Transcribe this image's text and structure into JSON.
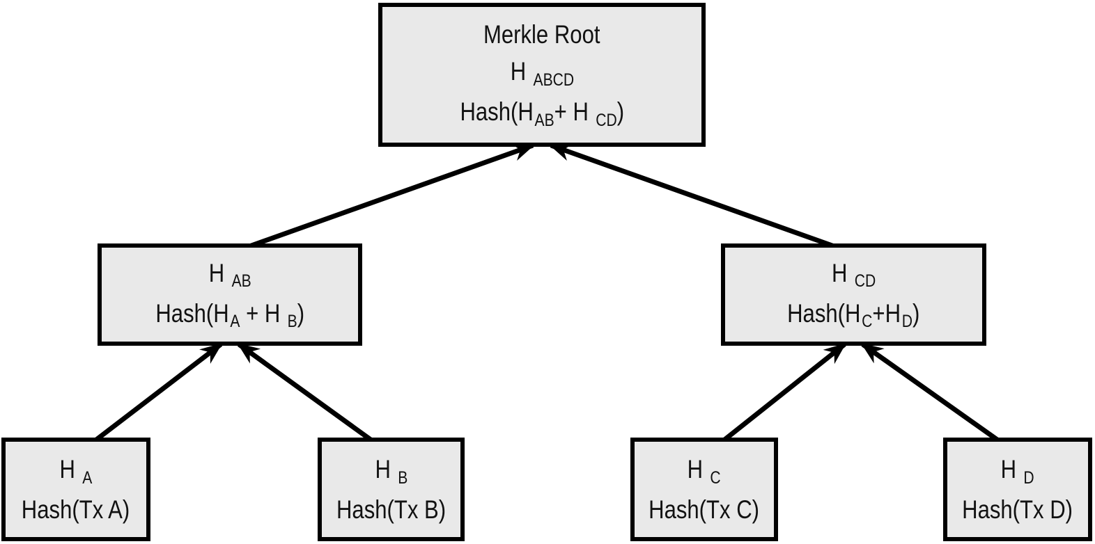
{
  "colors": {
    "box_fill": "#e9e9e9",
    "box_border": "#000000",
    "arrow": "#000000",
    "background": "#ffffff",
    "text": "#121212"
  },
  "nodes": {
    "root": {
      "lines": [
        [
          {
            "t": "Merkle Root"
          }
        ],
        [
          {
            "t": "H "
          },
          {
            "s": "ABCD"
          }
        ],
        [
          {
            "t": "Hash(H"
          },
          {
            "s": "AB"
          },
          {
            "t": "+ H "
          },
          {
            "s": "CD"
          },
          {
            "t": ")"
          }
        ]
      ]
    },
    "hab": {
      "lines": [
        [
          {
            "t": "H "
          },
          {
            "s": "AB"
          }
        ],
        [
          {
            "t": "Hash(H"
          },
          {
            "s": "A"
          },
          {
            "t": " + H "
          },
          {
            "s": "B"
          },
          {
            "t": ")"
          }
        ]
      ]
    },
    "hcd": {
      "lines": [
        [
          {
            "t": "H "
          },
          {
            "s": "CD"
          }
        ],
        [
          {
            "t": "Hash(H"
          },
          {
            "s": "C"
          },
          {
            "t": "+H"
          },
          {
            "s": "D"
          },
          {
            "t": ")"
          }
        ]
      ]
    },
    "ha": {
      "lines": [
        [
          {
            "t": "H "
          },
          {
            "s": "A"
          }
        ],
        [
          {
            "t": "Hash(Tx A)"
          }
        ]
      ]
    },
    "hb": {
      "lines": [
        [
          {
            "t": "H "
          },
          {
            "s": "B"
          }
        ],
        [
          {
            "t": "Hash(Tx B)"
          }
        ]
      ]
    },
    "hc": {
      "lines": [
        [
          {
            "t": "H "
          },
          {
            "s": "C"
          }
        ],
        [
          {
            "t": "Hash(Tx C)"
          }
        ]
      ]
    },
    "hd": {
      "lines": [
        [
          {
            "t": "H "
          },
          {
            "s": "D"
          }
        ],
        [
          {
            "t": "Hash(Tx D)"
          }
        ]
      ]
    }
  },
  "edges": [
    {
      "from": "hab",
      "to": "root"
    },
    {
      "from": "hcd",
      "to": "root"
    },
    {
      "from": "ha",
      "to": "hab"
    },
    {
      "from": "hb",
      "to": "hab"
    },
    {
      "from": "hc",
      "to": "hcd"
    },
    {
      "from": "hd",
      "to": "hcd"
    }
  ]
}
